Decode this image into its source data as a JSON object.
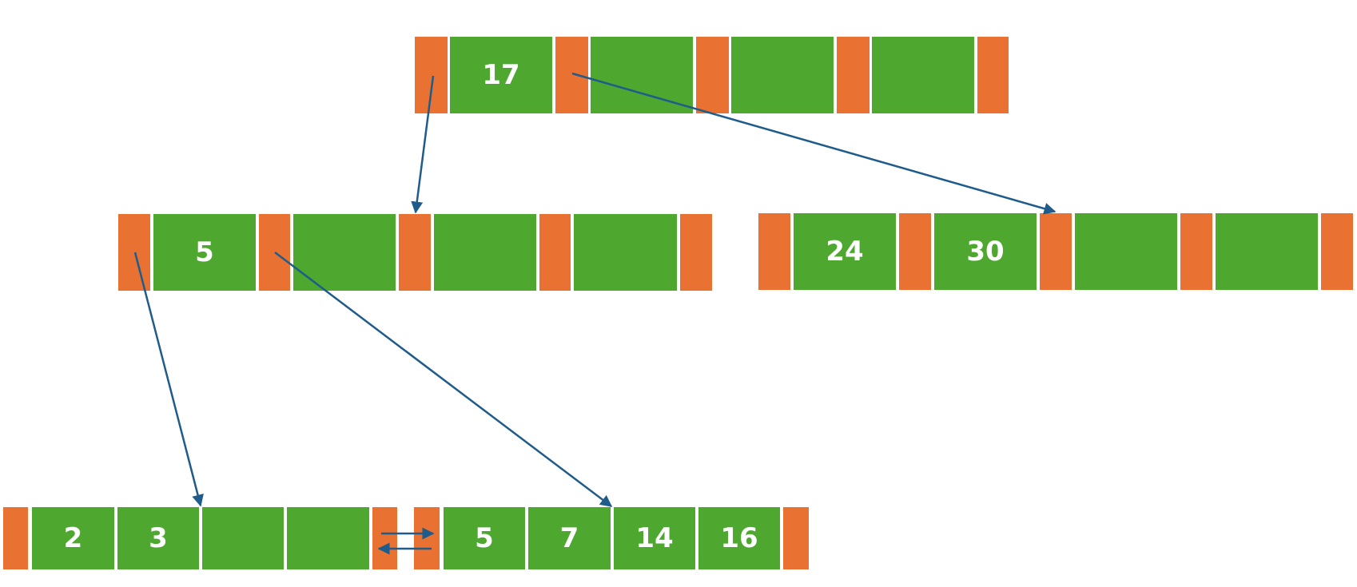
{
  "tree": {
    "root": {
      "keys": [
        "17",
        "",
        "",
        ""
      ]
    },
    "internal_left": {
      "keys": [
        "5",
        "",
        "",
        ""
      ]
    },
    "internal_right": {
      "keys": [
        "24",
        "30",
        "",
        ""
      ]
    },
    "leaf_left": {
      "keys": [
        "2",
        "3",
        "",
        ""
      ]
    },
    "leaf_right": {
      "keys": [
        "5",
        "7",
        "14",
        "16"
      ]
    }
  },
  "colors": {
    "pointer": "#E97132",
    "key": "#4EA72E",
    "arrow": "#1F5C8B"
  }
}
